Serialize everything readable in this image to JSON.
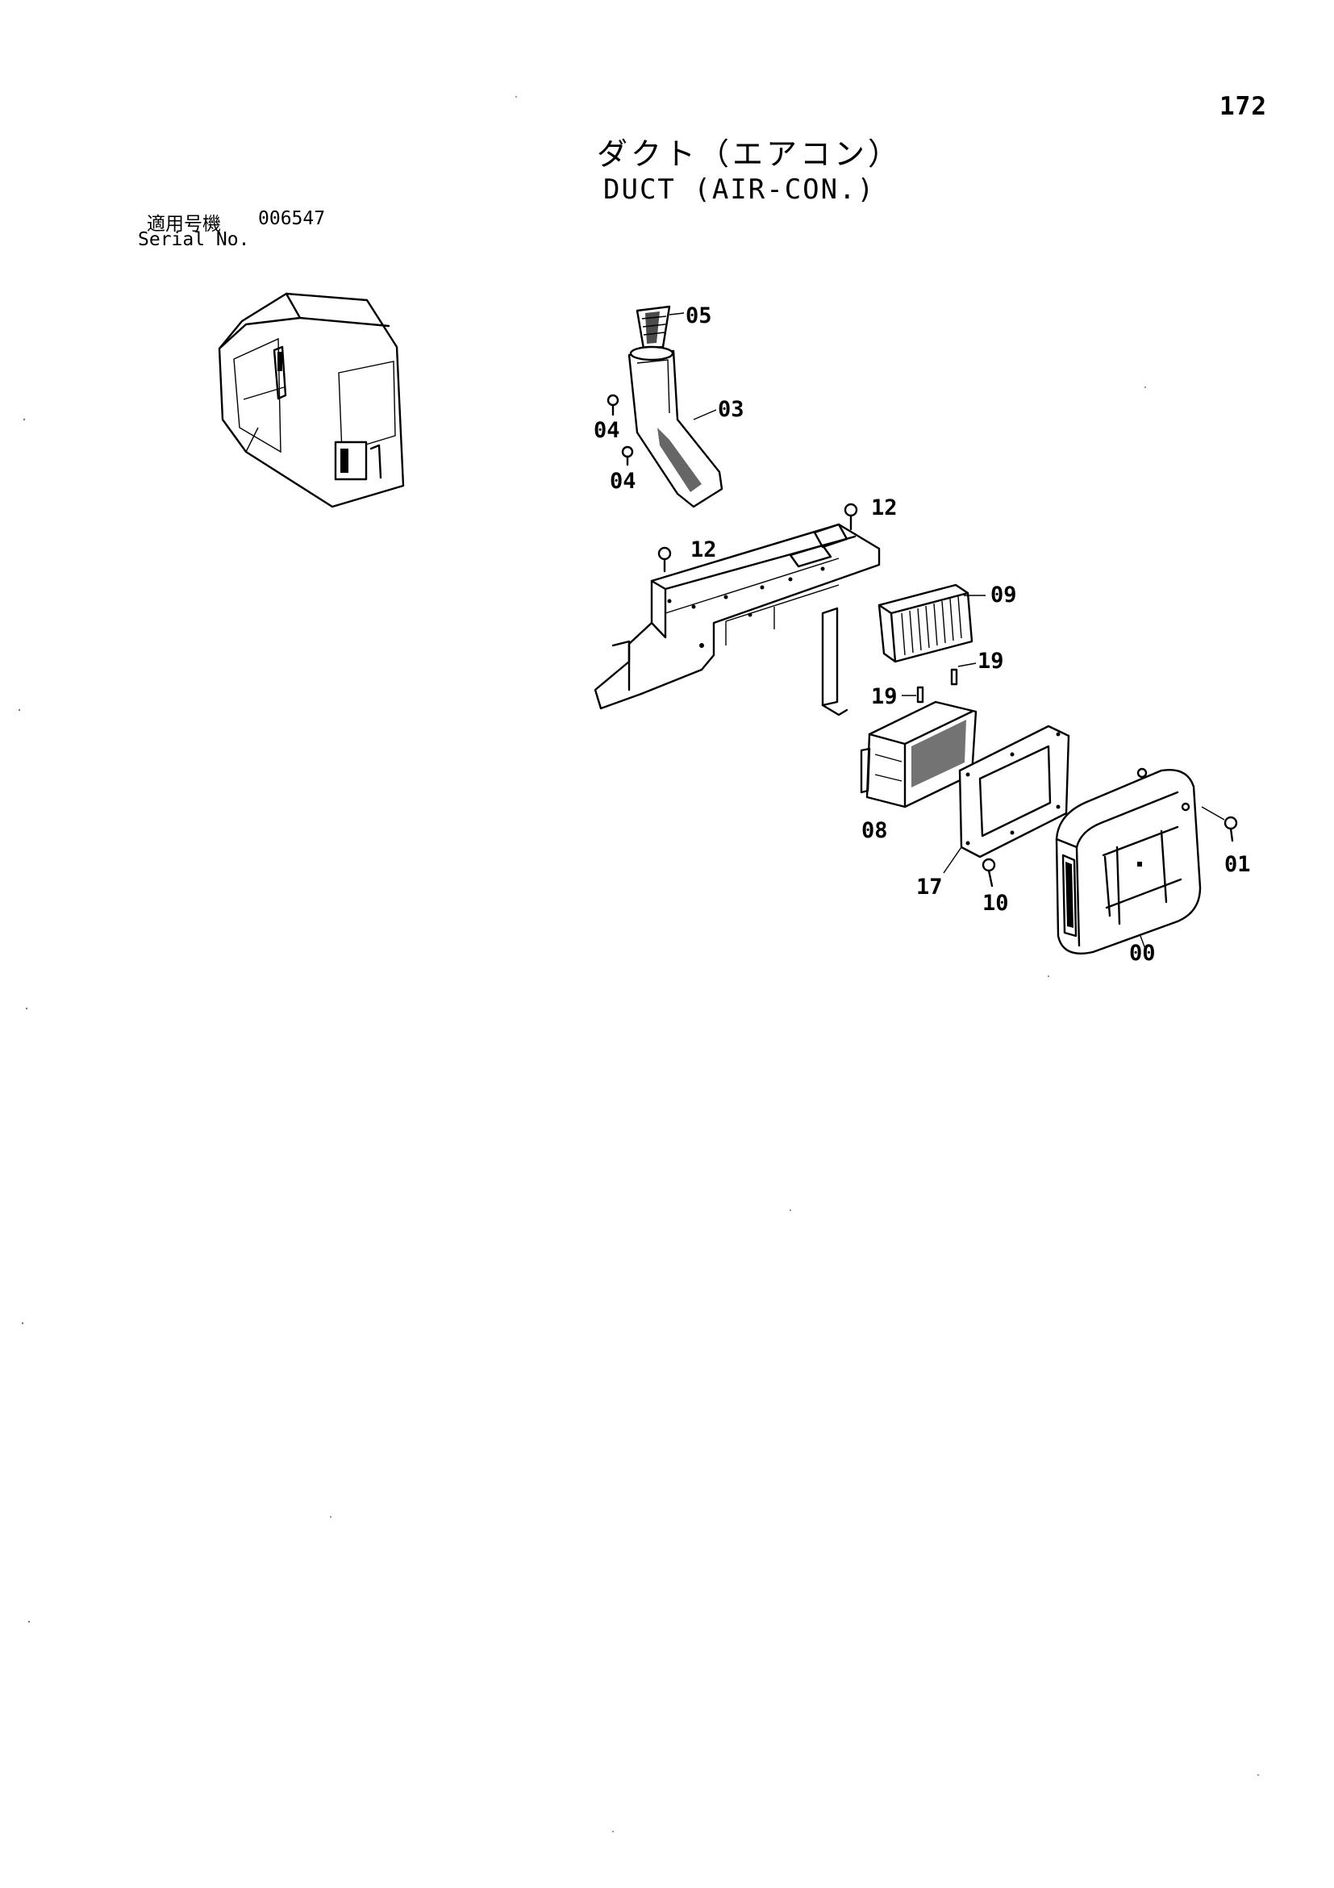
{
  "page_number": "172",
  "title_jp": "ダクト（エアコン）",
  "title_en": "DUCT (AIR-CON.)",
  "serial": {
    "label_jp": "適用号機",
    "value": "006547",
    "label_en": "Serial No."
  },
  "callouts": {
    "c05": "05",
    "c03": "03",
    "c04a": "04",
    "c04b": "04",
    "c12a": "12",
    "c12b": "12",
    "c09": "09",
    "c19a": "19",
    "c19b": "19",
    "c08": "08",
    "c17": "17",
    "c10": "10",
    "c01": "01",
    "c00": "00"
  }
}
